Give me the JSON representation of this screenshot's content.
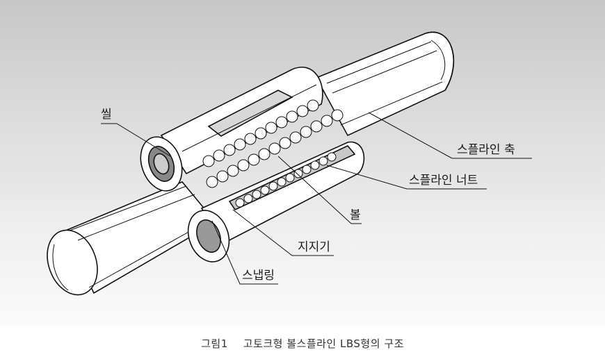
{
  "labels": {
    "seal": "씰",
    "spline_shaft": "스플라인 축",
    "spline_nut": "스플라인 너트",
    "ball": "볼",
    "retainer": "지지기",
    "snap_ring": "스냅링"
  },
  "caption": {
    "number": "그림1",
    "title": "고토크형 볼스플라인 LBS형의 구조"
  },
  "colors": {
    "background_top": "#c7c7c7",
    "line": "#111111",
    "surface": "#ffffff",
    "shadow": "#b5b5b5"
  }
}
